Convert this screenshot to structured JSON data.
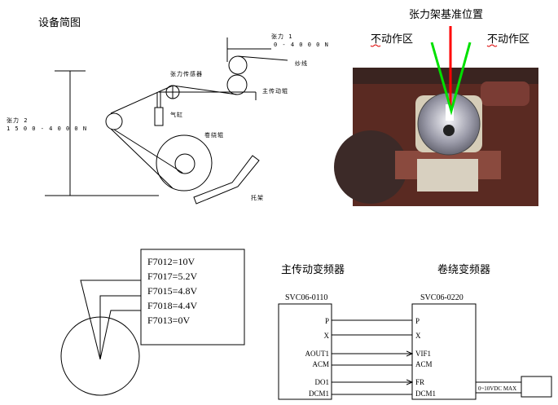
{
  "equipment": {
    "title": "设备简图",
    "tension1_label": "张力 1",
    "tension1_range": "0 - 4 0 0 0 N",
    "yarn": "纱线",
    "tension_sensor": "张力传感器",
    "main_drive_roller": "主传动辊",
    "cylinder": "气缸",
    "tension2_label": "张力 2",
    "tension2_range": "1 5 0 0 - 4 0 0 0 N",
    "winding_roller": "卷绕辊",
    "bracket": "托架"
  },
  "photo": {
    "reference_label": "张力架基准位置",
    "deadzone_left": "不动作区",
    "deadzone_right": "不动作区",
    "reference_color": "#ff0000",
    "deadzone_color": "#00e000"
  },
  "params": [
    "F7012=10V",
    "F7017=5.2V",
    "F7015=4.8V",
    "F7018=4.4V",
    "F7013=0V"
  ],
  "wiring": {
    "main_title": "主传动变频器",
    "winder_title": "卷绕变频器",
    "main_model": "SVC06-0110",
    "winder_model": "SVC06-0220",
    "main_terminals": [
      "P",
      "X",
      "AOUT1",
      "ACM",
      "DO1",
      "DCM1"
    ],
    "winder_terminals": [
      "P",
      "X",
      "VIF1",
      "ACM",
      "FR",
      "DCM1"
    ],
    "output_label": "0~10VDC MAX"
  }
}
